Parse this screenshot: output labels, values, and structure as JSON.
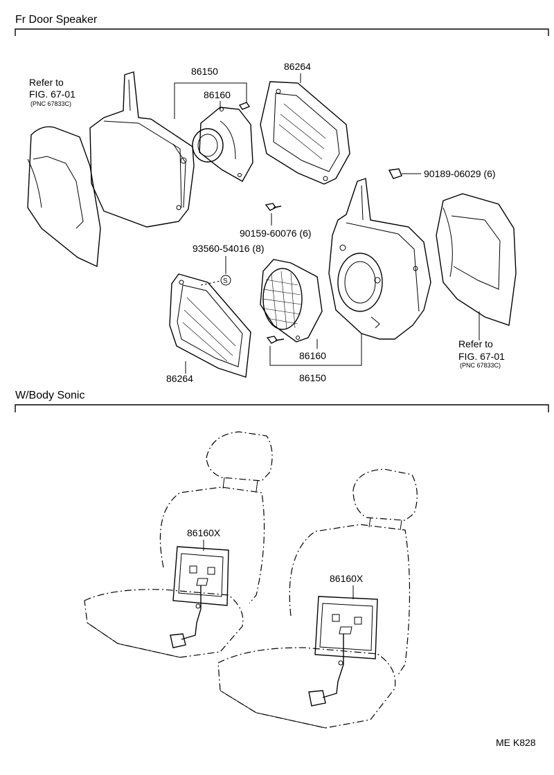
{
  "sections": {
    "front_door": "Fr Door Speaker",
    "body_sonic": "W/Body Sonic"
  },
  "parts": {
    "p86150_top": "86150",
    "p86160_top": "86160",
    "p86264_top": "86264",
    "p90189": "90189-06029 (6)",
    "p90159": "90159-60076 (6)",
    "p93560": "93560-54016 (8)",
    "p86264_bottom": "86264",
    "p86160_bottom": "86160",
    "p86150_bottom": "86150",
    "p86160x_left": "86160X",
    "p86160x_right": "86160X"
  },
  "refs": {
    "left": {
      "line1": "Refer to",
      "line2": "FIG. 67-01",
      "line3": "(PNC 67833C)"
    },
    "right": {
      "line1": "Refer to",
      "line2": "FIG. 67-01",
      "line3": "(PNC 67833C)"
    }
  },
  "s_marker": "S",
  "code": "ME K828"
}
